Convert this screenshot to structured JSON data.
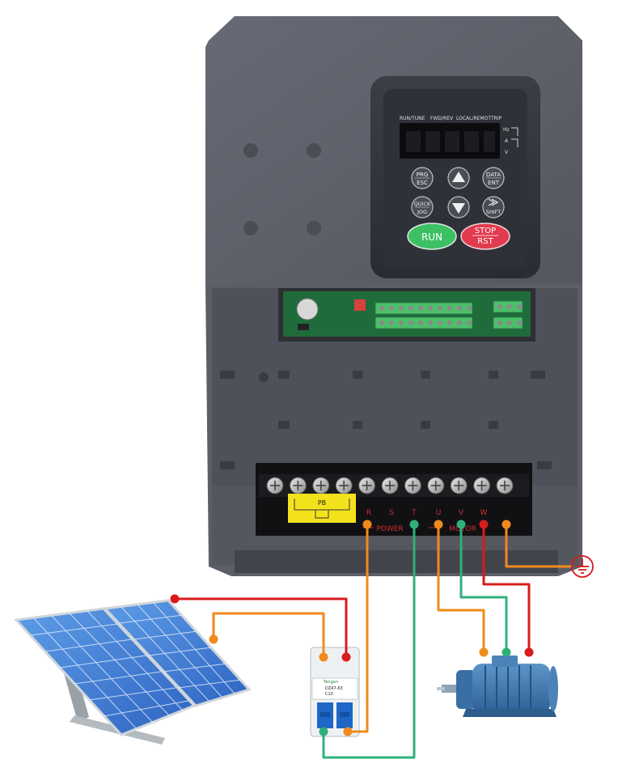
{
  "keypad": {
    "indicators": [
      "RUN/TUNE",
      "FWD/REV",
      "LOCAL/REMOT",
      "TRIP"
    ],
    "units": [
      "Hz",
      "A",
      "V"
    ],
    "buttons": {
      "prg_top": "PRG",
      "prg_bottom": "ESC",
      "data_top": "DATA",
      "data_bottom": "ENT",
      "quick_top": "QUICK",
      "quick_bottom": "JOG",
      "shift": "SHIFT",
      "run": "RUN",
      "stop_top": "STOP",
      "stop_bottom": "RST"
    }
  },
  "terminals": {
    "pb_label": "PB",
    "power_terminals": [
      "R",
      "S",
      "T"
    ],
    "motor_terminals": [
      "U",
      "V",
      "W"
    ],
    "power_label": "POWER",
    "motor_label": "MOTOR"
  },
  "breaker": {
    "brand": "Tengen",
    "model": "DZ47-63",
    "rating": "C10"
  },
  "colors": {
    "wire_red": "#d81b1b",
    "wire_orange": "#f08a1c",
    "wire_green": "#2fb07a",
    "housing": "#5d5f6b",
    "run_button": "#3cc063",
    "stop_button": "#e23a4e"
  }
}
